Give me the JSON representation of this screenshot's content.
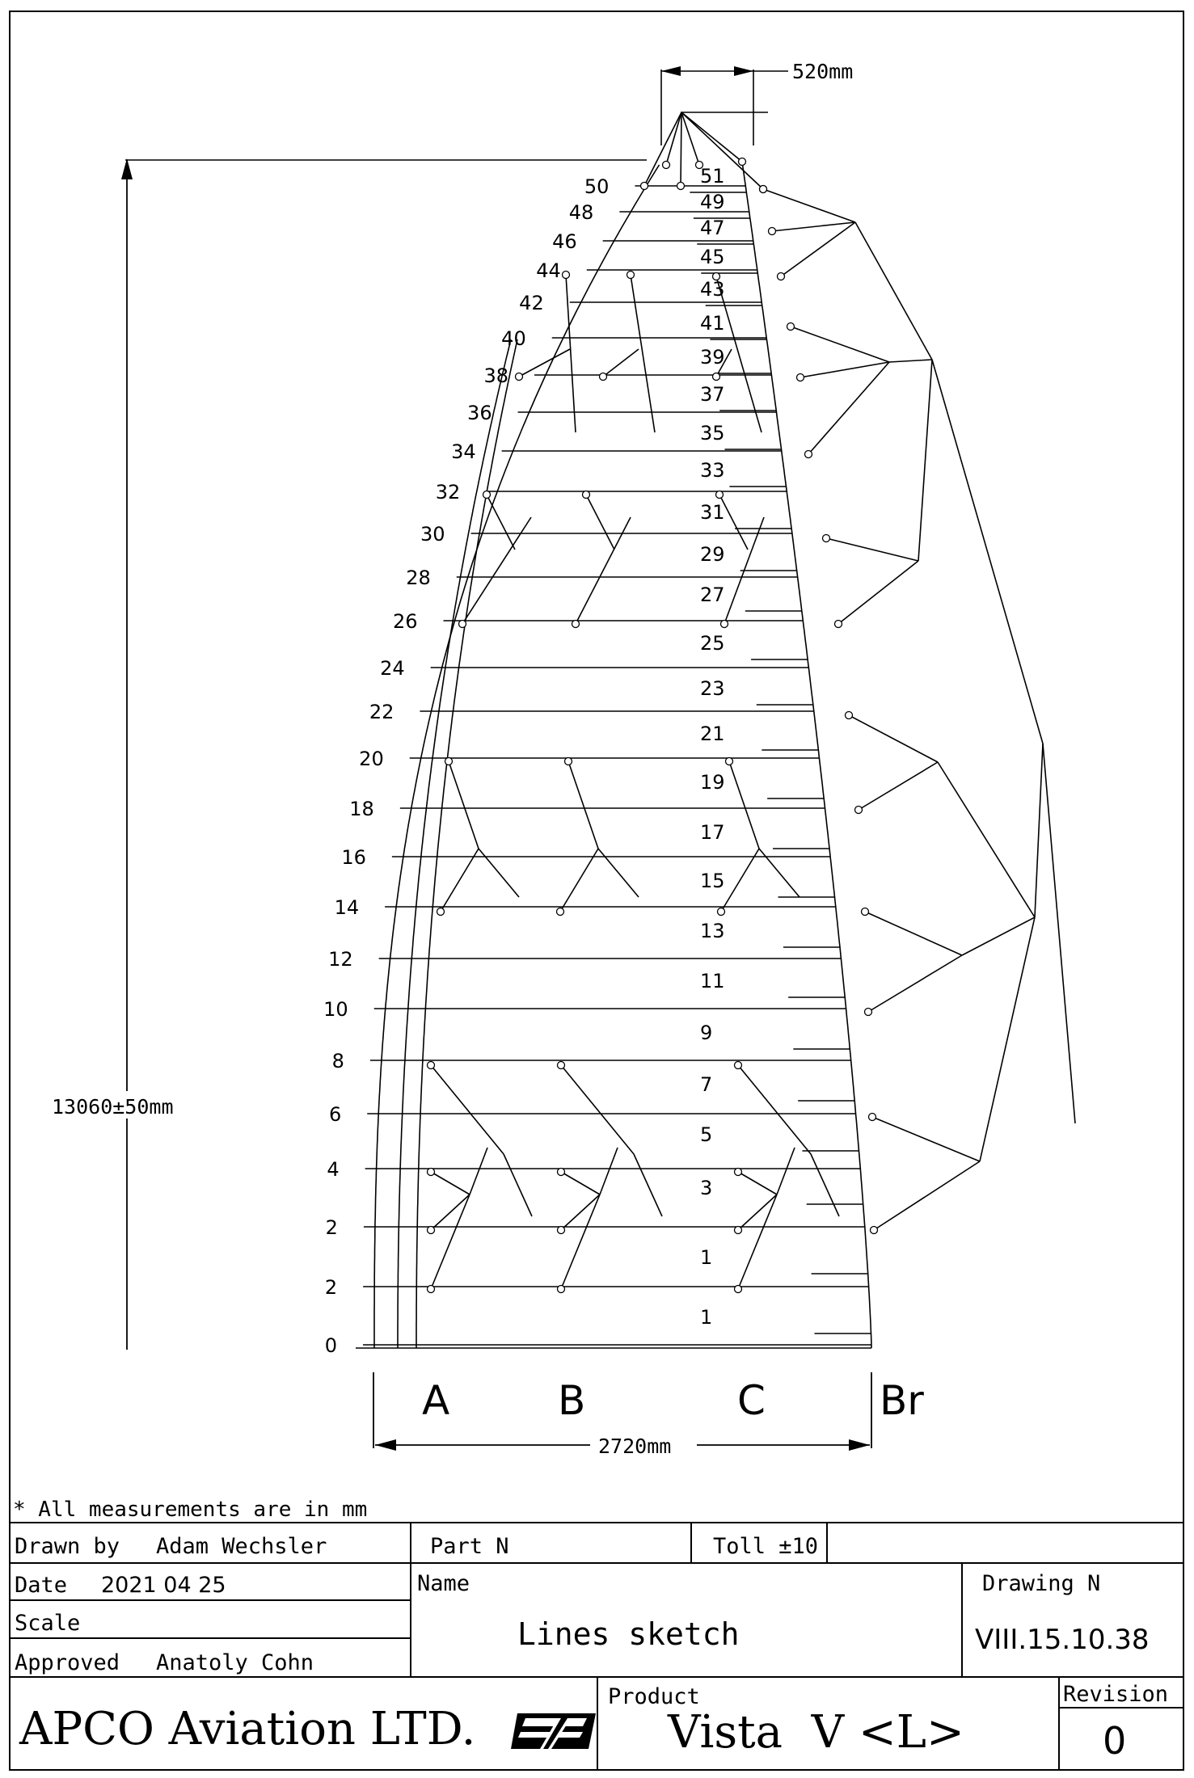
{
  "drawing": {
    "height_dimension": "13060±50mm",
    "tip_dimension": "520mm",
    "span_dimension": "2720mm",
    "row_labels": [
      "A",
      "B",
      "C",
      "Br"
    ],
    "left_rib_numbers": [
      "50",
      "48",
      "46",
      "44",
      "42",
      "40",
      "38",
      "36",
      "34",
      "32",
      "30",
      "28",
      "26",
      "24",
      "22",
      "20",
      "18",
      "16",
      "14",
      "12",
      "10",
      "8",
      "6",
      "4",
      "2",
      "2",
      "0"
    ],
    "center_rib_numbers": [
      "51",
      "49",
      "47",
      "45",
      "43",
      "41",
      "39",
      "37",
      "35",
      "33",
      "31",
      "29",
      "27",
      "25",
      "23",
      "21",
      "19",
      "17",
      "15",
      "13",
      "11",
      "9",
      "7",
      "5",
      "3",
      "1",
      "1"
    ]
  },
  "note": "* All measurements are in mm",
  "title_block": {
    "drawn_by_label": "Drawn by",
    "drawn_by": "Adam Wechsler",
    "part_label": "Part N",
    "toll": "Toll ±10",
    "date_label": "Date",
    "date": "2021 04 25",
    "scale_label": "Scale",
    "approved_label": "Approved",
    "approved_by": "Anatoly Cohn",
    "name_label": "Name",
    "name": "Lines sketch",
    "drawing_label": "Drawing N",
    "drawing_number": "VIII.15.10.38",
    "company": "APCO Aviation LTD.",
    "product_label": "Product",
    "product": "Vista  V <L>",
    "revision_label": "Revision",
    "revision": "0"
  }
}
